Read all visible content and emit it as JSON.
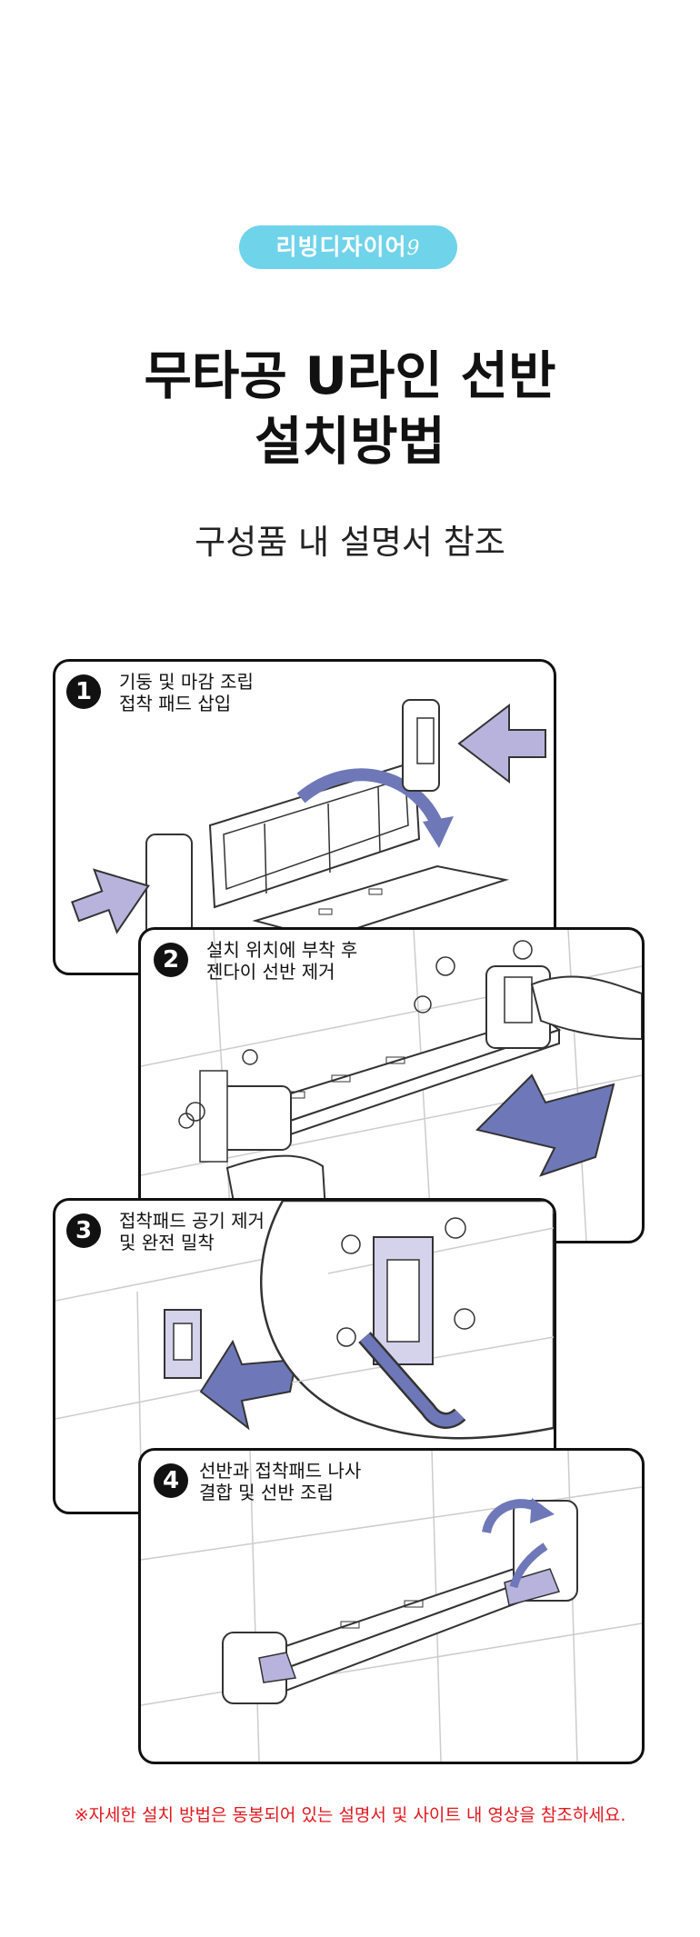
{
  "brand": {
    "label": "리빙디자이어",
    "suffix": "9",
    "color": "#6fd3ea"
  },
  "title": {
    "line1": "무타공 U라인 선반",
    "line2": "설치방법"
  },
  "subtitle": "구성품 내 설명서 참조",
  "steps": [
    {
      "number": "1",
      "line1": "기둥 및 마감 조립",
      "line2": "접착 패드 삽입"
    },
    {
      "number": "2",
      "line1": "설치 위치에 부착 후",
      "line2": "젠다이 선반 제거"
    },
    {
      "number": "3",
      "line1": "접착패드 공기 제거",
      "line2": "및 완전 밀착"
    },
    {
      "number": "4",
      "line1": "선반과 접착패드 나사",
      "line2": "결합 및 선반 조립"
    }
  ],
  "note": "※자세한 설치 방법은 동봉되어 있는 설명서 및 사이트 내 영상을 참조하세요.",
  "colors": {
    "accent_purple": "#b8b3dd",
    "accent_blue": "#6e78b8",
    "note_red": "#e0191f"
  }
}
